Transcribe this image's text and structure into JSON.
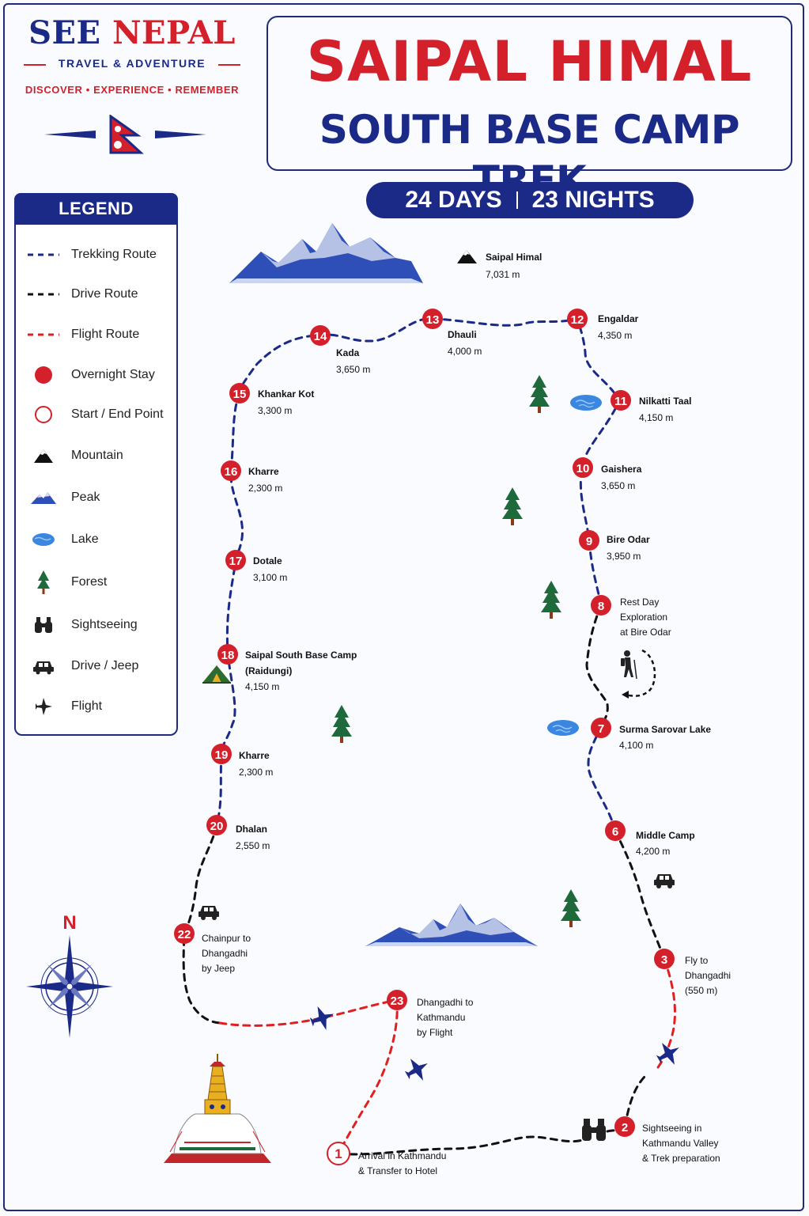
{
  "brand": {
    "name_part1": "SEE",
    "name_part2": "NEPAL",
    "subtitle": "TRAVEL & ADVENTURE",
    "tagline": "DISCOVER • EXPERIENCE • REMEMBER"
  },
  "title": {
    "line1": "SAIPAL HIMAL",
    "line2": "SOUTH BASE CAMP TREK"
  },
  "duration": {
    "days": "24 DAYS",
    "nights": "23 NIGHTS"
  },
  "legend": {
    "heading": "LEGEND",
    "items": [
      {
        "label": "Trekking Route",
        "icon": "trekking-route-line",
        "color": "#1b2a86"
      },
      {
        "label": "Drive Route",
        "icon": "drive-route-line",
        "color": "#111111"
      },
      {
        "label": "Flight Route",
        "icon": "flight-route-line",
        "color": "#e02020"
      },
      {
        "label": "Overnight Stay",
        "icon": "overnight-stay-dot",
        "color": "#d4202a"
      },
      {
        "label": "Start / End Point",
        "icon": "start-end-ring",
        "color": "#d4202a"
      },
      {
        "label": "Mountain",
        "icon": "mountain-icon"
      },
      {
        "label": "Peak",
        "icon": "peak-icon"
      },
      {
        "label": "Lake",
        "icon": "lake-icon"
      },
      {
        "label": "Forest",
        "icon": "forest-icon"
      },
      {
        "label": "Sightseeing",
        "icon": "binoculars-icon"
      },
      {
        "label": "Drive / Jeep",
        "icon": "jeep-icon"
      },
      {
        "label": "Flight",
        "icon": "airplane-icon"
      }
    ]
  },
  "summit": {
    "name": "Saipal Himal",
    "elevation": "7,031 m"
  },
  "compass": {
    "north": "N"
  },
  "stops": [
    {
      "num": "1",
      "lines": [
        "Arrival in Kathmandu",
        "& Transfer to Hotel"
      ]
    },
    {
      "num": "2",
      "lines": [
        "Sightseeing in",
        "Kathmandu Valley",
        "& Trek preparation"
      ]
    },
    {
      "num": "3",
      "lines": [
        "Fly to",
        "Dhangadhi",
        "(550 m)"
      ]
    },
    {
      "num": "6",
      "name": "Middle Camp",
      "elevation": "4,200 m"
    },
    {
      "num": "7",
      "name": "Surma Sarovar Lake",
      "elevation": "4,100 m"
    },
    {
      "num": "8",
      "lines": [
        "Rest Day",
        "Exploration",
        "at Bire Odar"
      ]
    },
    {
      "num": "9",
      "name": "Bire Odar",
      "elevation": "3,950 m"
    },
    {
      "num": "10",
      "name": "Gaishera",
      "elevation": "3,650 m"
    },
    {
      "num": "11",
      "name": "Nilkatti Taal",
      "elevation": "4,150 m"
    },
    {
      "num": "12",
      "name": "Engaldar",
      "elevation": "4,350 m"
    },
    {
      "num": "13",
      "name": "Dhauli",
      "elevation": "4,000 m"
    },
    {
      "num": "14",
      "name": "Kada",
      "elevation": "3,650 m"
    },
    {
      "num": "15",
      "name": "Khankar Kot",
      "elevation": "3,300 m"
    },
    {
      "num": "16",
      "name": "Kharre",
      "elevation": "2,300 m"
    },
    {
      "num": "17",
      "name": "Dotale",
      "elevation": "3,100 m"
    },
    {
      "num": "18",
      "name": "Saipal South Base Camp",
      "name2": "(Raidungi)",
      "elevation": "4,150 m"
    },
    {
      "num": "19",
      "name": "Kharre",
      "elevation": "2,300 m"
    },
    {
      "num": "20",
      "name": "Dhalan",
      "elevation": "2,550 m"
    },
    {
      "num": "22",
      "lines": [
        "Chainpur to",
        "Dhangadhi",
        "by Jeep"
      ]
    },
    {
      "num": "23",
      "lines": [
        "Dhangadhi to",
        "Kathmandu",
        "by Flight"
      ]
    }
  ]
}
